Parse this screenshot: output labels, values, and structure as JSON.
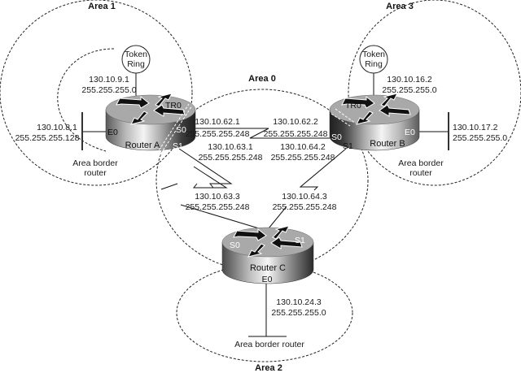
{
  "areas": [
    {
      "id": "area1",
      "title": "Area 1"
    },
    {
      "id": "area0",
      "title": "Area 0"
    },
    {
      "id": "area3",
      "title": "Area 3"
    },
    {
      "id": "area2",
      "title": "Area 2"
    }
  ],
  "routers": {
    "a": {
      "name": "Router A",
      "role": [
        "Area border",
        "router"
      ],
      "interfaces": {
        "tr0": "TR0",
        "e0": "E0",
        "s0": "S0",
        "s1": "S1"
      },
      "token_ring": {
        "label": [
          "Token",
          "Ring"
        ],
        "ip": "130.10.9.1",
        "mask": "255.255.255.0"
      },
      "e0_addr": {
        "ip": "130.10.8.1",
        "mask": "255.255.255.128"
      },
      "s0_addr": {
        "ip": "130.10.62.1",
        "mask": "255.255.255.248"
      },
      "s1_addr": {
        "ip": "130.10.63.1",
        "mask": "255.255.255.248"
      }
    },
    "b": {
      "name": "Router B",
      "role": [
        "Area border",
        "router"
      ],
      "interfaces": {
        "tr0": "TR0",
        "e0": "E0",
        "s0": "S0",
        "s1": "S1"
      },
      "token_ring": {
        "label": [
          "Token",
          "Ring"
        ],
        "ip": "130.10.16.2",
        "mask": "255.255.255.0"
      },
      "e0_addr": {
        "ip": "130.10.17.2",
        "mask": "255.255.255.0"
      },
      "s0_addr": {
        "ip": "130.10.62.2",
        "mask": "255.255.255.248"
      },
      "s1_addr": {
        "ip": "130.10.64.2",
        "mask": "255.255.255.248"
      }
    },
    "c": {
      "name": "Router C",
      "role": [
        "Area border router"
      ],
      "interfaces": {
        "e0": "E0",
        "s0": "S0",
        "s1": "S1"
      },
      "s0_addr": {
        "ip": "130.10.63.3",
        "mask": "255.255.255.248"
      },
      "s1_addr": {
        "ip": "130.10.64.3",
        "mask": "255.255.255.248"
      },
      "e0_addr": {
        "ip": "130.10.24.3",
        "mask": "255.255.255.0"
      }
    }
  }
}
